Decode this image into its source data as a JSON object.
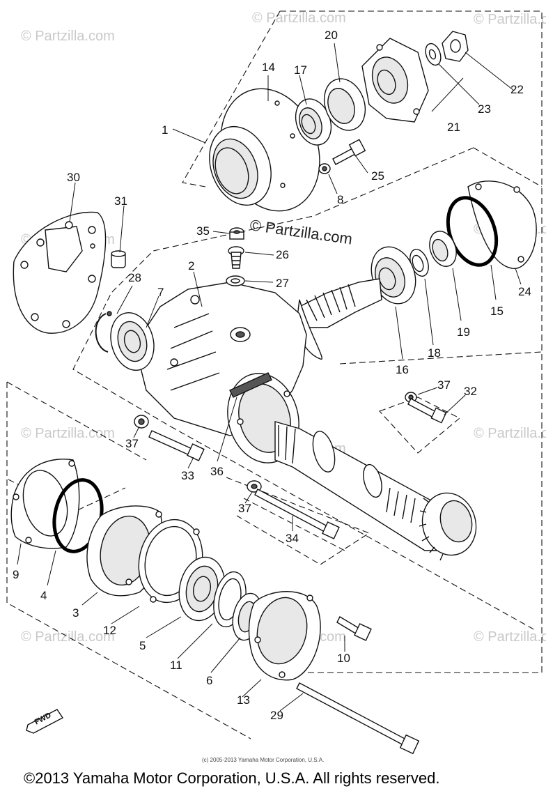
{
  "diagram": {
    "callouts": [
      "1",
      "2",
      "3",
      "4",
      "5",
      "6",
      "7",
      "8",
      "9",
      "10",
      "11",
      "12",
      "13",
      "14",
      "15",
      "16",
      "17",
      "18",
      "19",
      "20",
      "21",
      "22",
      "23",
      "24",
      "25",
      "26",
      "27",
      "28",
      "29",
      "30",
      "31",
      "32",
      "33",
      "34",
      "35",
      "36",
      "37"
    ],
    "watermark": "© Partzilla.com",
    "center_watermark": "© Partzilla.com",
    "small_copyright": "(c) 2005-2013 Yamaha Motor Corporation, U.S.A.",
    "footer_copyright": "©2013 Yamaha Motor Corporation, U.S.A. All rights reserved.",
    "fwd_label": "FWD"
  }
}
